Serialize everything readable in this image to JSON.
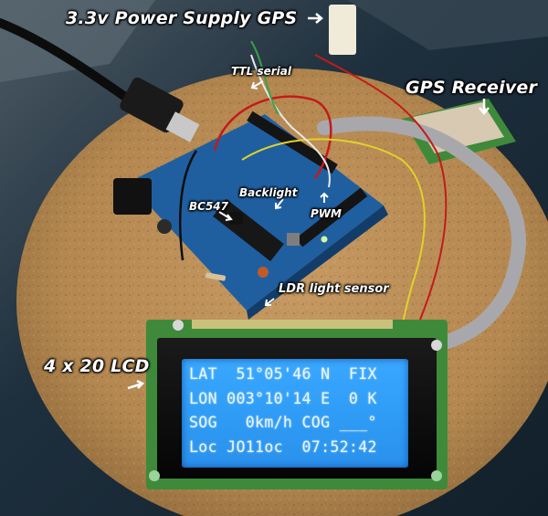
{
  "labels": {
    "power_supply": "3.3v Power Supply GPS",
    "ttl_serial": "TTL serial",
    "gps_receiver": "GPS Receiver",
    "backlight": "Backlight",
    "bc547": "BC547",
    "pwm": "PWM",
    "ldr": "LDR light sensor",
    "lcd_size": "4 x 20  LCD"
  },
  "lcd": {
    "lines": [
      "LAT  51°05'46 N  FIX",
      "LON 003°10'14 E  0 K",
      "SOG   0km/h COG ___°",
      "Loc JO11oc  07:52:42"
    ]
  },
  "colors": {
    "cork": "#b98d58",
    "arduino_board": "#1f5fa0",
    "lcd_backlight": "#37a2fb",
    "lcd_pcb": "#3e8a3a"
  }
}
